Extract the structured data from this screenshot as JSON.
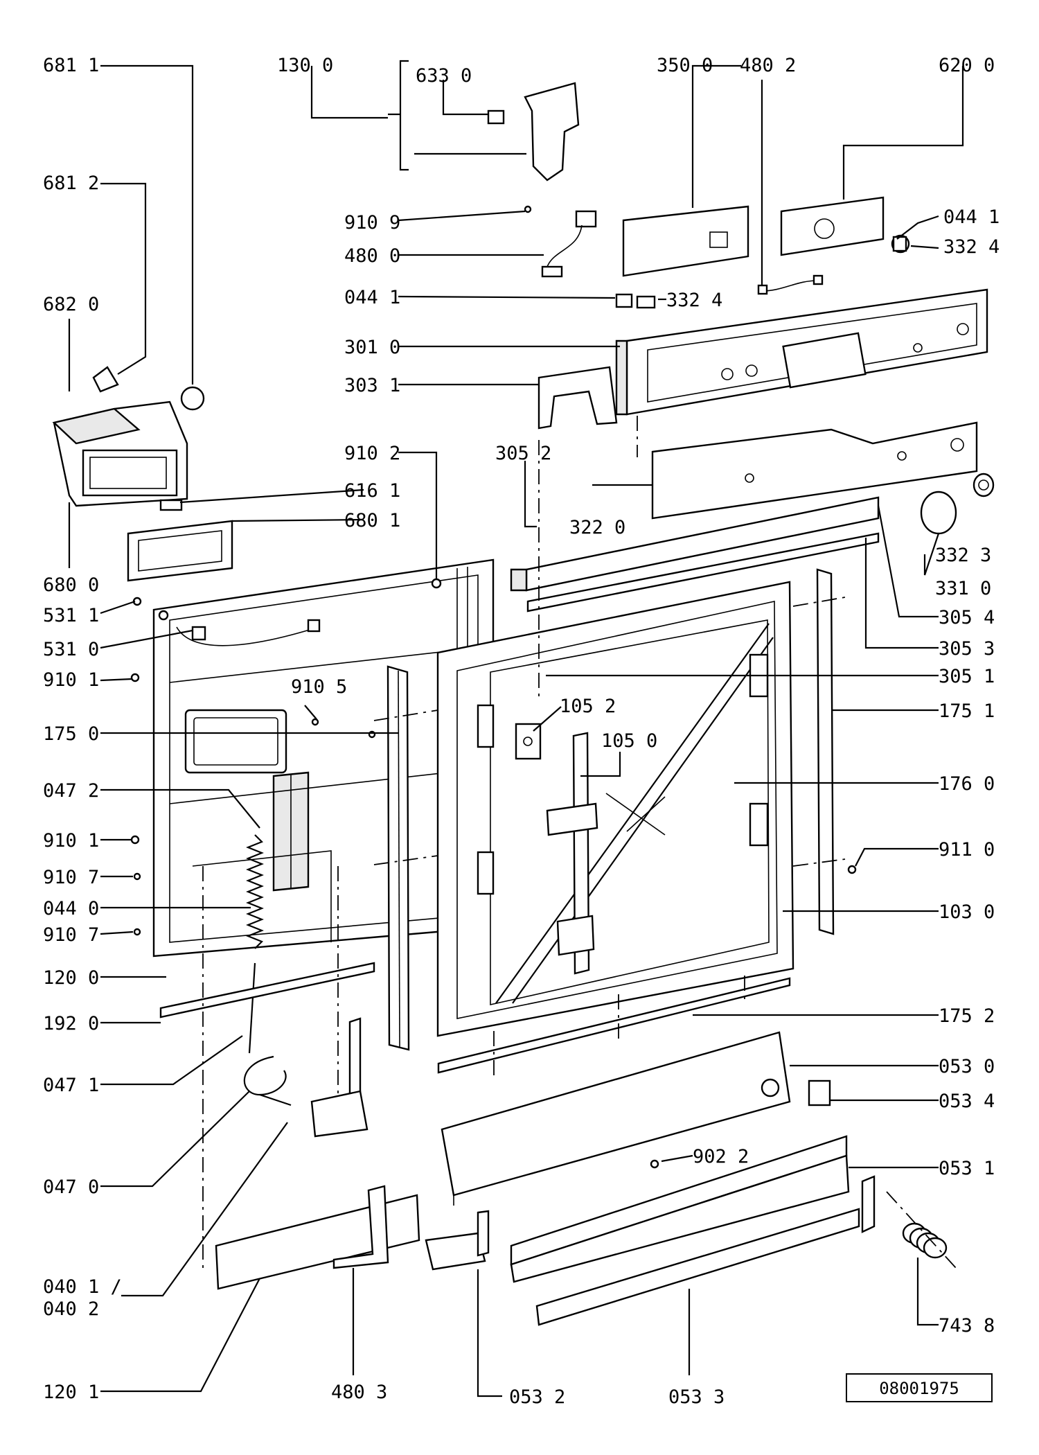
{
  "drawing_reference": "08001975",
  "labels": [
    "681 1",
    "681 2",
    "682 0",
    "680 0",
    "531 1",
    "531 0",
    "910 1",
    "175 0",
    "047 2",
    "910 1",
    "910 7",
    "044 0",
    "910 7",
    "120 0",
    "192 0",
    "047 1",
    "047 0",
    "040 1 /",
    "040 2",
    "120 1",
    "130 0",
    "633 0",
    "910 9",
    "480 0",
    "044 1",
    "301 0",
    "303 1",
    "910 2",
    "616 1",
    "680 1",
    "910 5",
    "305 2",
    "322 0",
    "105 2",
    "105 0",
    "350 0",
    "480 2",
    "620 0",
    "044 1",
    "332 4",
    "332 4",
    "332 3",
    "331 0",
    "305 4",
    "305 3",
    "305 1",
    "175 1",
    "176 0",
    "911 0",
    "103 0",
    "175 2",
    "053 0",
    "053 4",
    "902 2",
    "053 1",
    "743 8",
    "480 3",
    "053 2",
    "053 3"
  ]
}
